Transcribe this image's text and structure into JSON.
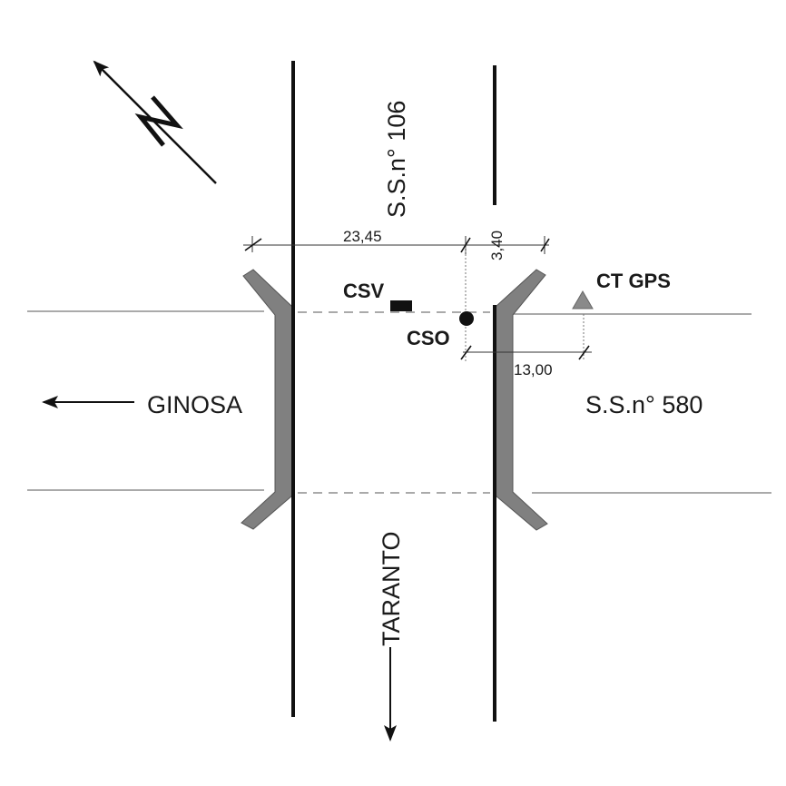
{
  "diagram": {
    "type": "road-intersection-site-plan",
    "north_arrow": {
      "letter": "N",
      "icon": "north-arrow-icon"
    },
    "roads": {
      "main_road": "S.S.n° 106",
      "cross_road": "S.S.n° 580"
    },
    "directions": {
      "west": "GINOSA",
      "south": "TARANTO"
    },
    "stations": {
      "csv": "CSV",
      "cso": "CSO",
      "ct_gps": "CT GPS"
    },
    "dimensions": {
      "width_main": "23,45",
      "offset_small": "3,40",
      "offset_gps": "13,00"
    },
    "colors": {
      "road_line": "#111111",
      "barrier_fill": "#808080",
      "barrier_stroke": "#555555",
      "thin_line": "#777777",
      "gps_marker": "#8a8a8a"
    }
  }
}
